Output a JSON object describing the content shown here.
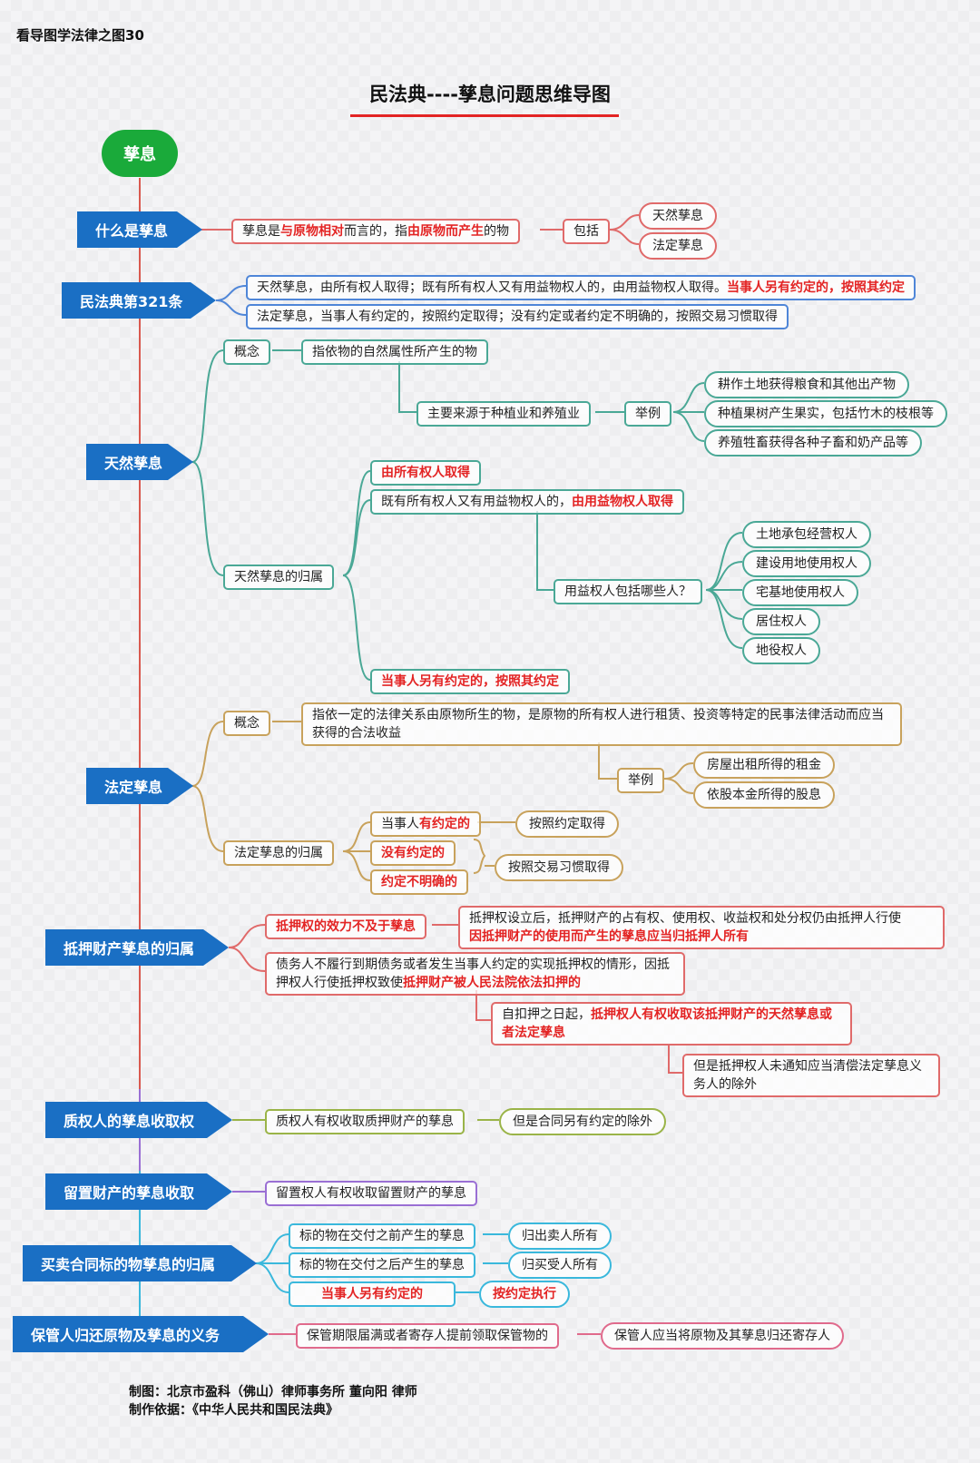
{
  "series_label": "看导图学法律之图30",
  "title": "民法典----孳息问题思维导图",
  "root": "孳息",
  "colors": {
    "primary": "#1a6fc4",
    "root": "#1aaa3a",
    "highlight": "#e32424"
  },
  "sec1": {
    "label": "什么是孳息",
    "def_a": "孳息是",
    "def_b": "与原物相对",
    "def_c": "而言的，指",
    "def_d": "由原物而产生",
    "def_e": "的物",
    "include": "包括",
    "types": [
      "天然孳息",
      "法定孳息"
    ]
  },
  "sec2": {
    "label": "民法典第321条",
    "line1_a": "天然孳息，由所有权人取得；既有所有权人又有用益物权人的，由用益物权人取得。",
    "line1_b": "当事人另有约定的，按照其约定",
    "line2": "法定孳息，当事人有约定的，按照约定取得；没有约定或者约定不明确的，按照交易习惯取得"
  },
  "sec3": {
    "label": "天然孳息",
    "concept": "概念",
    "concept_def": "指依物的自然属性所产生的物",
    "source": "主要来源于种植业和养殖业",
    "example": "举例",
    "examples": [
      "耕作土地获得粮食和其他出产物",
      "种植果树产生果实，包括竹木的枝根等",
      "养殖牲畜获得各种子畜和奶产品等"
    ],
    "ownership": "天然孳息的归属",
    "own1": "由所有权人取得",
    "own2_a": "既有所有权人又有用益物权人的，",
    "own2_b": "由用益物权人取得",
    "who": "用益权人包括哪些人？",
    "rights": [
      "土地承包经营权人",
      "建设用地使用权人",
      "宅基地使用权人",
      "居住权人",
      "地役权人"
    ],
    "own3": "当事人另有约定的，按照其约定"
  },
  "sec4": {
    "label": "法定孳息",
    "concept": "概念",
    "concept_def": "指依一定的法律关系由原物所生的物，是原物的所有权人进行租赁、投资等特定的民事法律活动而应当获得的合法收益",
    "example": "举例",
    "examples": [
      "房屋出租所得的租金",
      "依股本金所得的股息"
    ],
    "ownership": "法定孳息的归属",
    "case1_a": "当事人",
    "case1_b": "有约定的",
    "case1_result": "按照约定取得",
    "case2": "没有约定的",
    "case3": "约定不明确的",
    "case23_result": "按照交易习惯取得"
  },
  "sec5": {
    "label": "抵押财产孳息的归属",
    "b1": "抵押权的效力不及于孳息",
    "b1_detail_a": "抵押权设立后，抵押财产的占有权、使用权、收益权和处分权仍由抵押人行使",
    "b1_detail_b": "因抵押财产的使用而产生的孳息应当归抵押人所有",
    "b2_a": "债务人不履行到期债务或者发生当事人约定的实现抵押权的情形，因抵押权人行使抵押权致使",
    "b2_b": "抵押财产被人民法院依法扣押的",
    "b3_a": "自扣押之日起，",
    "b3_b": "抵押权人有权收取该抵押财产的天然孳息或者法定孳息",
    "b4": "但是抵押权人未通知应当清偿法定孳息义务人的除外"
  },
  "sec6": {
    "label": "质权人的孳息收取权",
    "b1": "质权人有权收取质押财产的孳息",
    "b2": "但是合同另有约定的除外"
  },
  "sec7": {
    "label": "留置财产的孳息收取",
    "b1": "留置权人有权收取留置财产的孳息"
  },
  "sec8": {
    "label": "买卖合同标的物孳息的归属",
    "r1": "标的物在交付之前产生的孳息",
    "r1_result": "归出卖人所有",
    "r2": "标的物在交付之后产生的孳息",
    "r2_result": "归买受人所有",
    "r3": "当事人另有约定的",
    "r3_result": "按约定执行"
  },
  "sec9": {
    "label": "保管人归还原物及孳息的义务",
    "b1": "保管期限届满或者寄存人提前领取保管物的",
    "b2": "保管人应当将原物及其孳息归还寄存人"
  },
  "footer": {
    "line1": "制图：北京市盈科（佛山）律师事务所  董向阳 律师",
    "line2": "制作依据：《中华人民共和国民法典》"
  }
}
